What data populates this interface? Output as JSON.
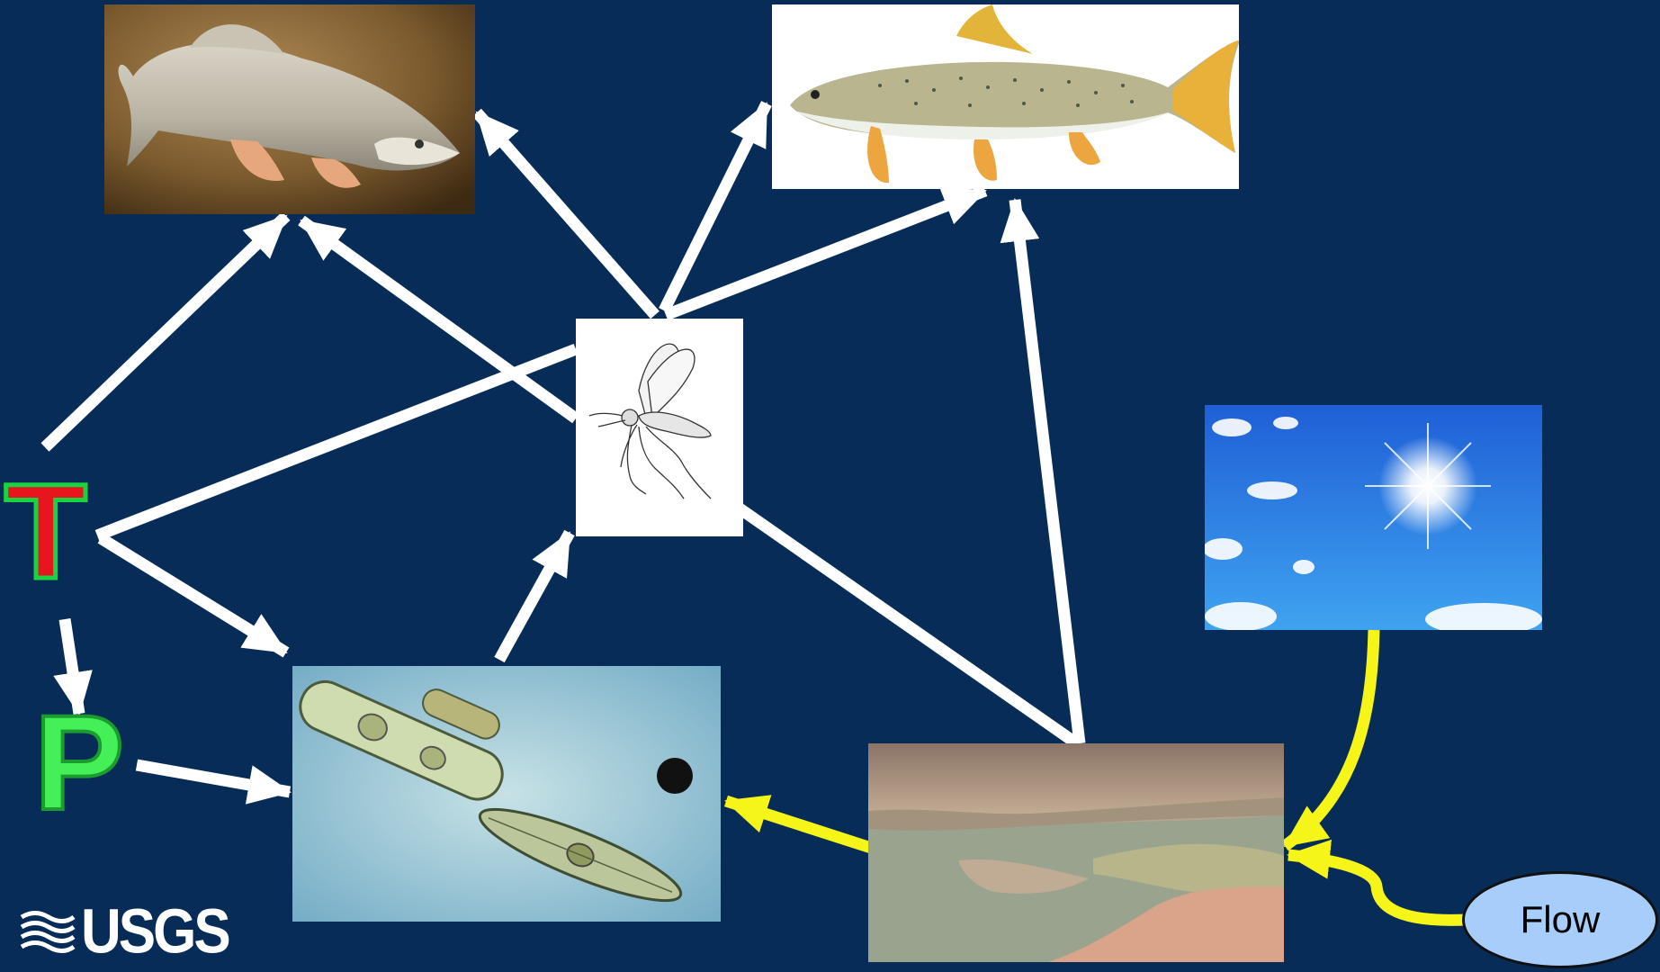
{
  "nodes": {
    "temperature": {
      "label": "T",
      "color": "#e8141e",
      "outline": "#19d440"
    },
    "phosphorus": {
      "label": "P",
      "color": "#44ef58",
      "outline": "#1a9c2e"
    },
    "flow": {
      "label": "Flow",
      "color": "#a7cdfb"
    }
  },
  "images": [
    {
      "name": "humpback-chub-photo",
      "depicts": "fish"
    },
    {
      "name": "speckled-trout-illustration",
      "depicts": "fish"
    },
    {
      "name": "midge-illustration",
      "depicts": "insect"
    },
    {
      "name": "sunny-sky-photo",
      "depicts": "sky"
    },
    {
      "name": "diatoms-micrograph",
      "depicts": "algae"
    },
    {
      "name": "river-sandbar-photo",
      "depicts": "river"
    }
  ],
  "logo": {
    "text": "USGS"
  },
  "colors": {
    "background": "#062c57",
    "arrow_white": "#ffffff",
    "arrow_yellow": "#f5f51a"
  }
}
